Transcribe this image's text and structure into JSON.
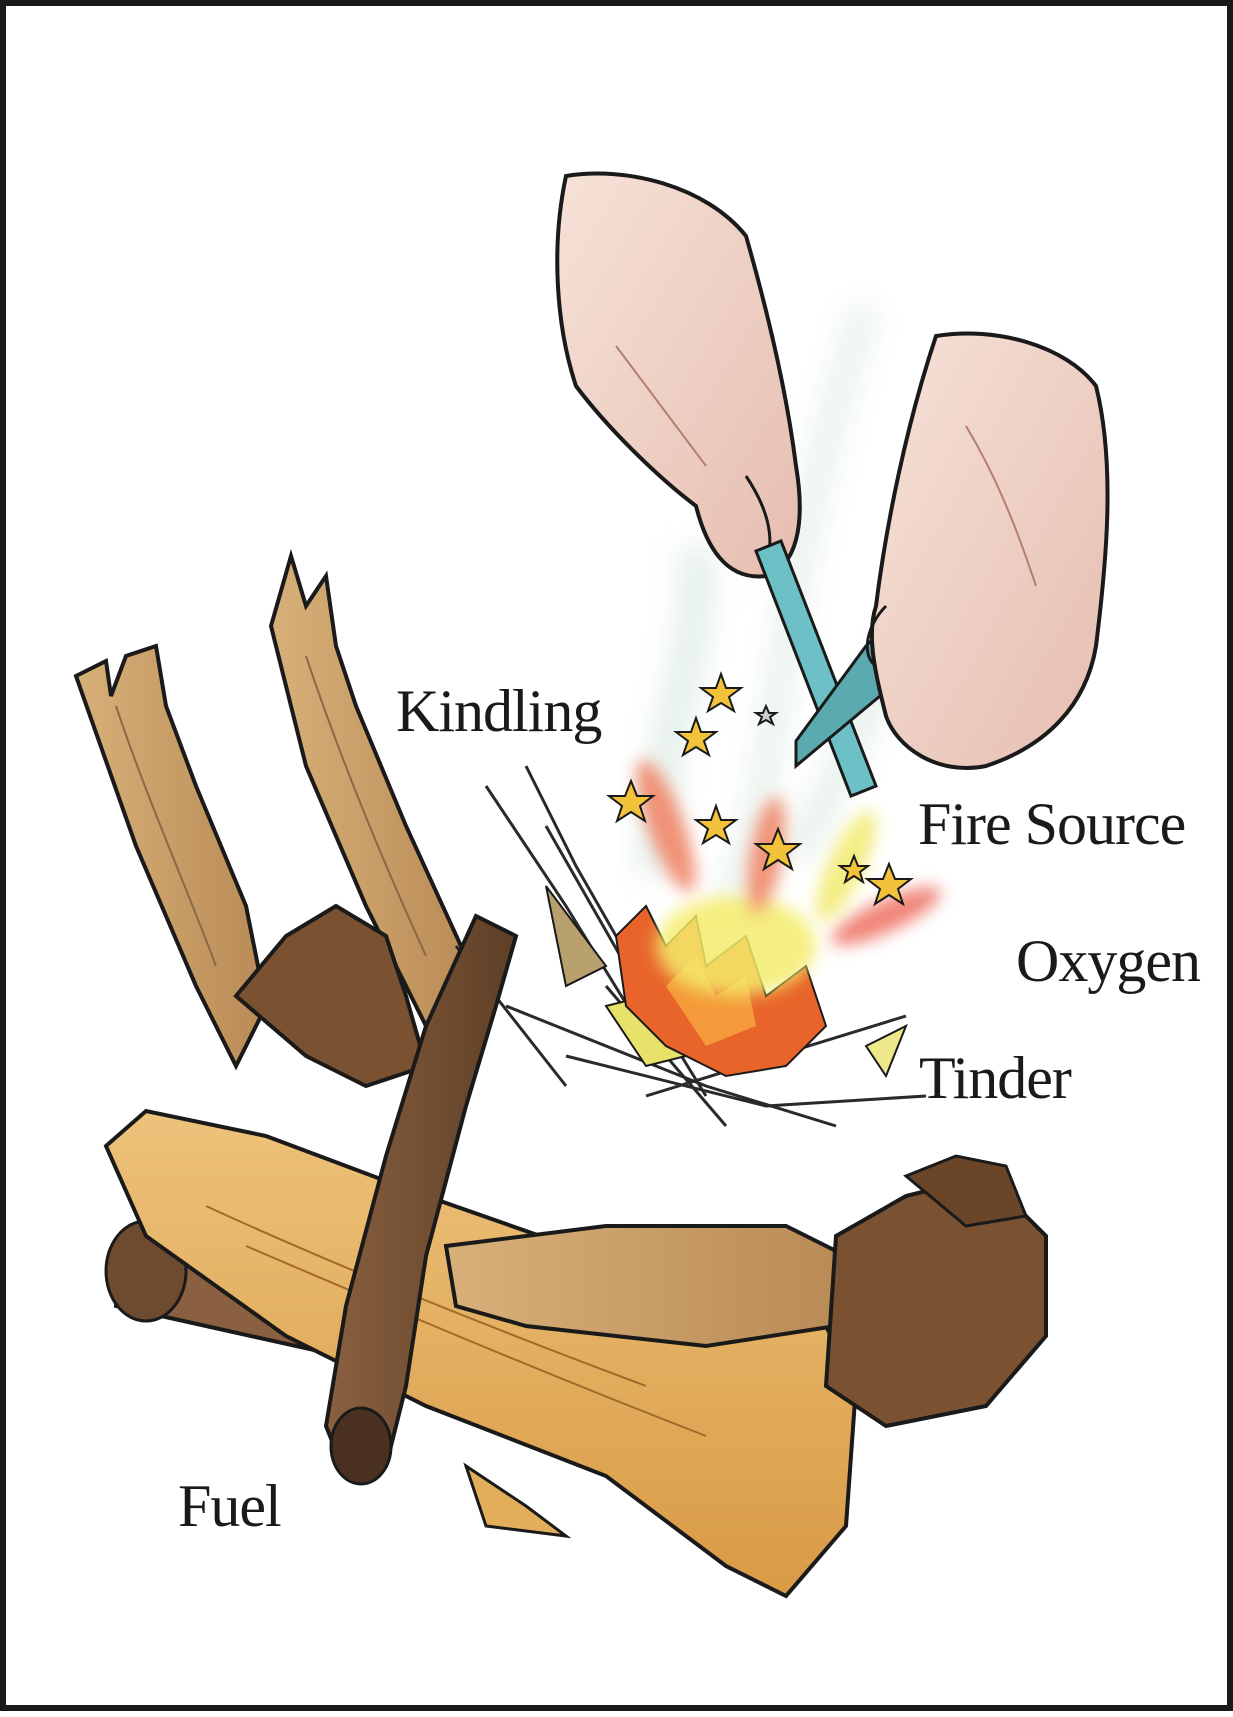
{
  "labels": {
    "kindling": "Kindling",
    "fire_source": "Fire Source",
    "oxygen": "Oxygen",
    "tinder": "Tinder",
    "fuel": "Fuel"
  },
  "colors": {
    "frame": "#1a1a1a",
    "skin": "#f1d7cc",
    "skin_shade": "#d9a79a",
    "ferro_rod": "#6cc0c6",
    "log_light": "#e3ae5a",
    "log_mid": "#c9985a",
    "log_dark": "#7a5232",
    "bark_dark": "#5a3d26",
    "flame_orange": "#e8642a",
    "flame_yellow": "#f4ec6a",
    "spark": "#f2c33a",
    "smoke": "#cfe3d8"
  }
}
